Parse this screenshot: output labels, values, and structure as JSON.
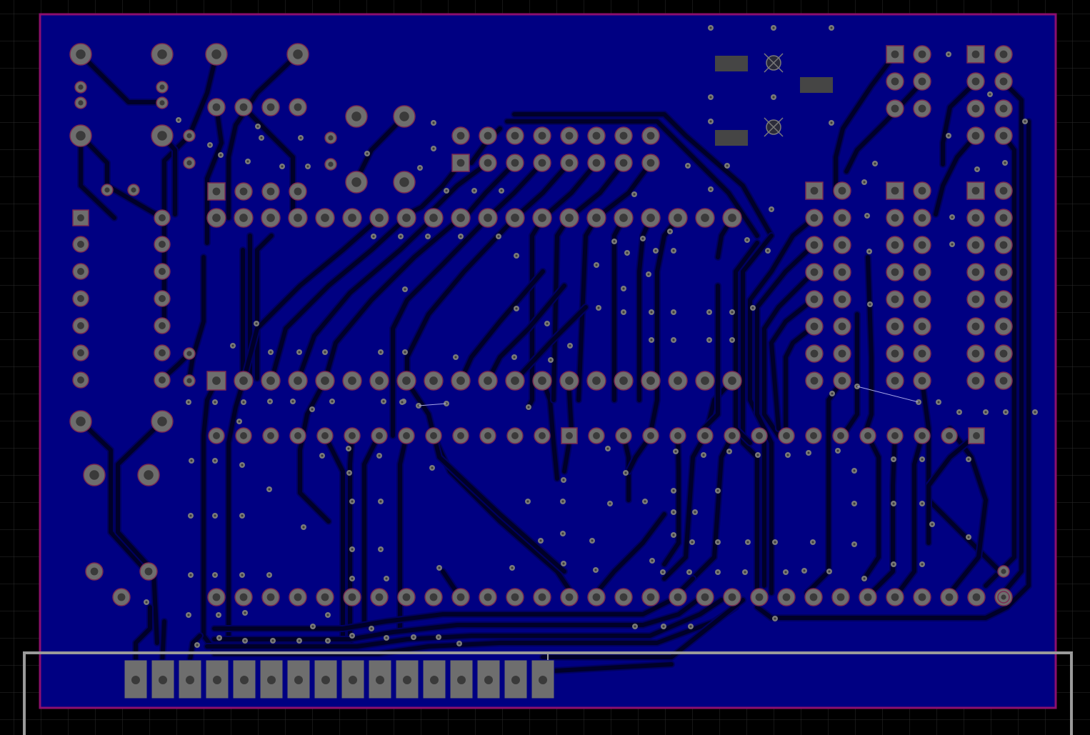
{
  "view": {
    "background_color": "#000000",
    "grid_color": "#2b2b2b",
    "board_color": "#000082",
    "board_outline_color": "#8c0f6e",
    "track_color": "#000028",
    "track_edge_color": "#000060",
    "pad_color": "#6e6e6e",
    "pad_ring_color": "#7a2a52",
    "drill_color": "#3a3a3a",
    "via_color": "#7a7a7a",
    "smd_pad_color": "#454545",
    "ratsnest_color": "#a8a8e8",
    "frame_color": "#9a9a9a"
  },
  "layers": {
    "copper_layer": "bottom",
    "tracks_visible": true,
    "vias_visible": true,
    "pads_visible": true,
    "ratsnest_visible": true,
    "grid_visible": true
  },
  "edge_connector": {
    "pin_count": 16,
    "pad_shape": "rect"
  },
  "headers": [
    {
      "name": "dip-top",
      "pin_count": 20,
      "rows": 1
    },
    {
      "name": "dip-middle",
      "pin_count": 20,
      "rows": 1
    },
    {
      "name": "socket-top-row",
      "pin_count": 29,
      "rows": 1
    },
    {
      "name": "socket-bottom-row",
      "pin_count": 30,
      "rows": 1
    },
    {
      "name": "pin-header-2x8",
      "pin_count": 16,
      "rows": 2
    },
    {
      "name": "dual-row-header-2x8",
      "pin_count": 16,
      "rows": 2
    }
  ]
}
